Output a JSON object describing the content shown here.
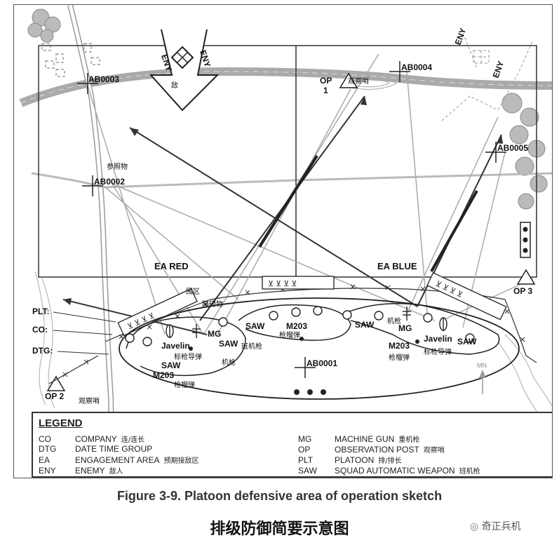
{
  "map": {
    "ref_points": [
      "AB0003",
      "AB0004",
      "AB0002",
      "AB0005",
      "AB0001"
    ],
    "areas": {
      "red": "EA RED",
      "blue": "EA BLUE"
    },
    "op_labels": [
      "OP",
      "1",
      "OP 2",
      "OP 3"
    ],
    "enemy_label": "ENY",
    "side_labels": [
      "PLT:",
      "CO:",
      "DTG:"
    ],
    "weapons": {
      "javelin": "Javelin",
      "mg": "MG",
      "saw": "SAW",
      "m203": "M203"
    },
    "cn_labels": {
      "enemy": "敌",
      "observation_post": "观察哨",
      "reference": "参照物",
      "fence": "围区",
      "obstacle": "障碍物",
      "saw": "班机枪",
      "m203": "枪榴弹",
      "javelin": "标枪导弹",
      "mg": "机枪"
    },
    "north": "MN"
  },
  "legend": {
    "title": "LEGEND",
    "left": [
      {
        "abbr": "CO",
        "text": "COMPANY",
        "cn": "连/连长"
      },
      {
        "abbr": "DTG",
        "text": "DATE TIME GROUP",
        "cn": ""
      },
      {
        "abbr": "EA",
        "text": "ENGAGEMENT AREA",
        "cn": "预期接敌区"
      },
      {
        "abbr": "ENY",
        "text": "ENEMY",
        "cn": "敌人"
      }
    ],
    "right": [
      {
        "abbr": "MG",
        "text": "MACHINE GUN",
        "cn": "重机枪"
      },
      {
        "abbr": "OP",
        "text": "OBSERVATION POST",
        "cn": "观察哨"
      },
      {
        "abbr": "PLT",
        "text": "PLATOON",
        "cn": "排/排长"
      },
      {
        "abbr": "SAW",
        "text": "SQUAD AUTOMATIC WEAPON",
        "cn": "班机枪"
      }
    ]
  },
  "caption": "Figure 3-9. Platoon defensive area of operation sketch",
  "caption_cn": "排级防御简要示意图",
  "watermark": "奇正兵机"
}
